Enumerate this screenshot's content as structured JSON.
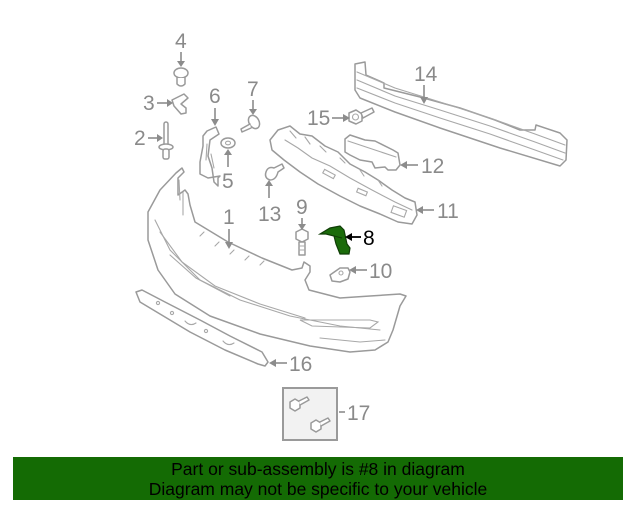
{
  "diagram": {
    "highlighted_part": "8",
    "highlight_color": "#1a6b0a",
    "line_color": "#9a9a9a",
    "callouts": {
      "c1": "1",
      "c2": "2",
      "c3": "3",
      "c4": "4",
      "c5": "5",
      "c6": "6",
      "c7": "7",
      "c8": "8",
      "c9": "9",
      "c10": "10",
      "c11": "11",
      "c12": "12",
      "c13": "13",
      "c14": "14",
      "c15": "15",
      "c16": "16",
      "c17": "17"
    }
  },
  "banner": {
    "background": "#146b04",
    "line1": "Part or sub-assembly is #8 in diagram",
    "line2": "Diagram may not be specific to your vehicle"
  }
}
